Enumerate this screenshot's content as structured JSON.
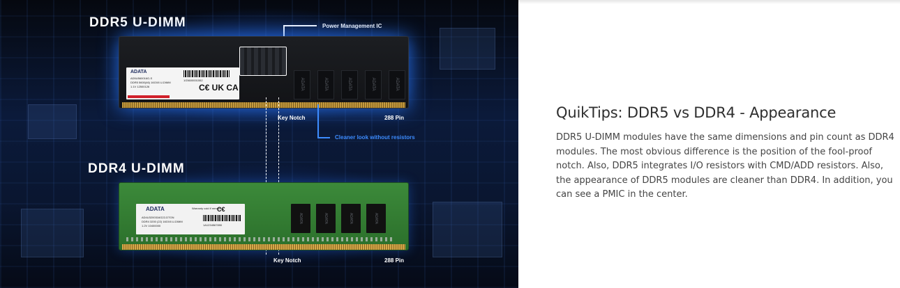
{
  "image": {
    "ddr5_title": "DDR5 U-DIMM",
    "ddr4_title": "DDR4 U-DIMM",
    "callouts": {
      "pmic": "Power Management IC",
      "key_notch_top": "Key Notch",
      "pin_top": "288 Pin",
      "cleaner": "Cleaner look without resistors",
      "key_notch_bottom": "Key Notch",
      "pin_bottom": "288 Pin"
    },
    "ddr5_label": {
      "brand": "ADATA",
      "line1": "AD5U560016G-S",
      "line2": "DDR5 5600(46) 16GX8 U-DIMM",
      "line3": "1.1V   12500126",
      "serial": "1G5600001552",
      "marks": "C€ UK CA"
    },
    "ddr4_label": {
      "brand": "ADATA",
      "line1": "AD4U3200316G22-DTGN",
      "line2": "DDR4 3200 (22) 16GX8 U-DIMM",
      "line3": "1.2V   10400000",
      "warranty": "Warranty void if removed",
      "serial": "1A1234567890",
      "marks": "C€"
    },
    "chip_brand": "ADATA",
    "colors": {
      "accent_blue": "#3d8cff",
      "ddr4_pcb": "#2b6f2b"
    }
  },
  "tips": {
    "title": "QuikTips: DDR5 vs DDR4 - Appearance",
    "body": "DDR5 U-DIMM modules have the same dimensions and pin count as DDR4 modules. The most obvious difference is the position of the fool-proof notch. Also, DDR5 integrates I/O resistors with CMD/ADD resistors. Also, the appearance of DDR5 modules are cleaner than DDR4. In addition, you can see a PMIC in the center."
  }
}
